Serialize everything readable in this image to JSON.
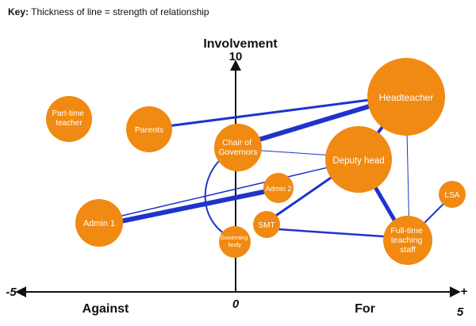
{
  "key": {
    "label": "Key:",
    "text": "Thickness of line = strength of relationship"
  },
  "axes": {
    "y_title": "Involvement",
    "y_max_label": "10",
    "x_min_label": "-5",
    "x_max_label": "5",
    "x_plus_sign": "+",
    "origin_label": "0",
    "against_label": "Against",
    "for_label": "For"
  },
  "colors": {
    "node": "#F08A12",
    "link": "#1F33CC",
    "node_text": "#ffffff",
    "axis": "#111111"
  },
  "nodes": [
    {
      "id": "headteacher",
      "label": "Headteacher"
    },
    {
      "id": "part-time-teacher",
      "label": "Part-time teacher"
    },
    {
      "id": "parents",
      "label": "Parents"
    },
    {
      "id": "chair-of-governors",
      "label": "Chair of Governors"
    },
    {
      "id": "deputy-head",
      "label": "Deputy head"
    },
    {
      "id": "admin-2",
      "label": "Admin 2"
    },
    {
      "id": "lsa",
      "label": "LSA"
    },
    {
      "id": "admin-1",
      "label": "Admin 1"
    },
    {
      "id": "smt",
      "label": "SMT"
    },
    {
      "id": "governing-body",
      "label": "Governing body"
    },
    {
      "id": "full-time-teaching-staff",
      "label": "Full-time teaching staff"
    }
  ]
}
